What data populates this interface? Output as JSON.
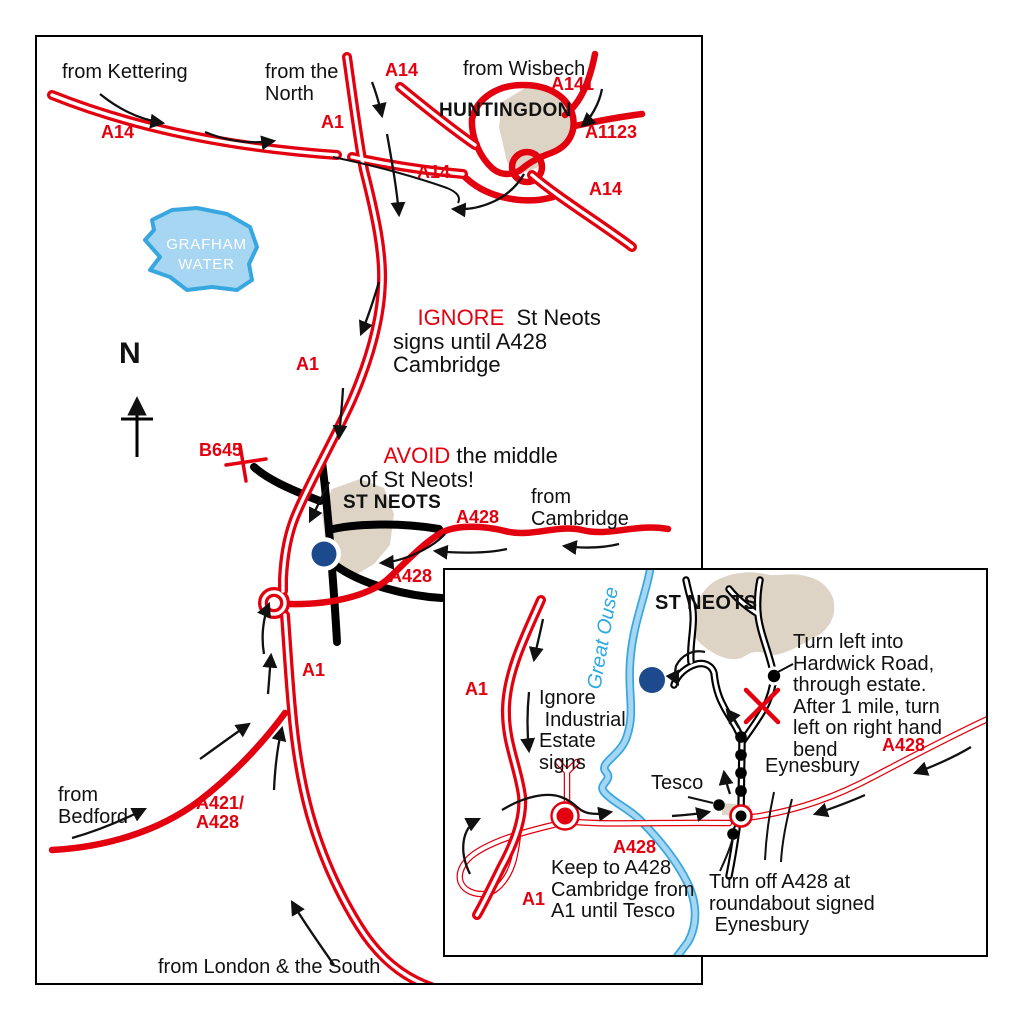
{
  "colors": {
    "road_red": "#e3000f",
    "town_fill": "#ddd4c5",
    "water_fill": "#a6d6f2",
    "water_line": "#38a7e0",
    "river_label_blue": "#2aa9e2",
    "destination_marker_navy": "#1d4a8c"
  },
  "main_map": {
    "direction_labels": {
      "from_kettering": "from Kettering",
      "from_the_north": "from the\nNorth",
      "from_wisbech": "from Wisbech",
      "from_cambridge": "from\nCambridge",
      "from_bedford": "from\nBedford",
      "from_london": "from London & the South"
    },
    "places": {
      "huntingdon": "HUNTINGDON",
      "grafham_water": "GRAFHAM\nWATER",
      "st_neots": "ST NEOTS"
    },
    "roads": {
      "a14_west": "A14",
      "a14_top": "A14",
      "a14_mid": "A14",
      "a14_east": "A14",
      "a1_top": "A1",
      "a1_mid": "A1",
      "a1_south": "A1",
      "a141": "A141",
      "a1123": "A1123",
      "b645": "B645",
      "a428_east": "A428",
      "a428_southwest": "A428",
      "a421_a428": "A421/\nA428"
    },
    "notes": {
      "ignore_emphasis": "IGNORE",
      "ignore_text": "  St Neots\nsigns until A428\nCambridge",
      "avoid_emphasis": "AVOID",
      "avoid_text": " the middle\nof St Neots!"
    },
    "compass": "N"
  },
  "inset_map": {
    "places": {
      "st_neots": "ST NEOTS",
      "great_ouse": "Great Ouse",
      "tesco": "Tesco",
      "eynesbury": "Eynesbury"
    },
    "roads": {
      "a1_upper": "A1",
      "a1_lower": "A1",
      "a428_at_roundabout": "A428",
      "a428_east": "A428"
    },
    "notes": {
      "ignore_industrial": "Ignore\n Industrial\nEstate\nsigns",
      "turn_left": "Turn left into\nHardwick Road,\nthrough estate.\nAfter 1 mile, turn\nleft on right hand\nbend",
      "keep_to": "Keep to A428\nCambridge from\nA1 until Tesco",
      "turn_off": "Turn off A428 at\nroundabout signed\n Eynesbury"
    }
  }
}
